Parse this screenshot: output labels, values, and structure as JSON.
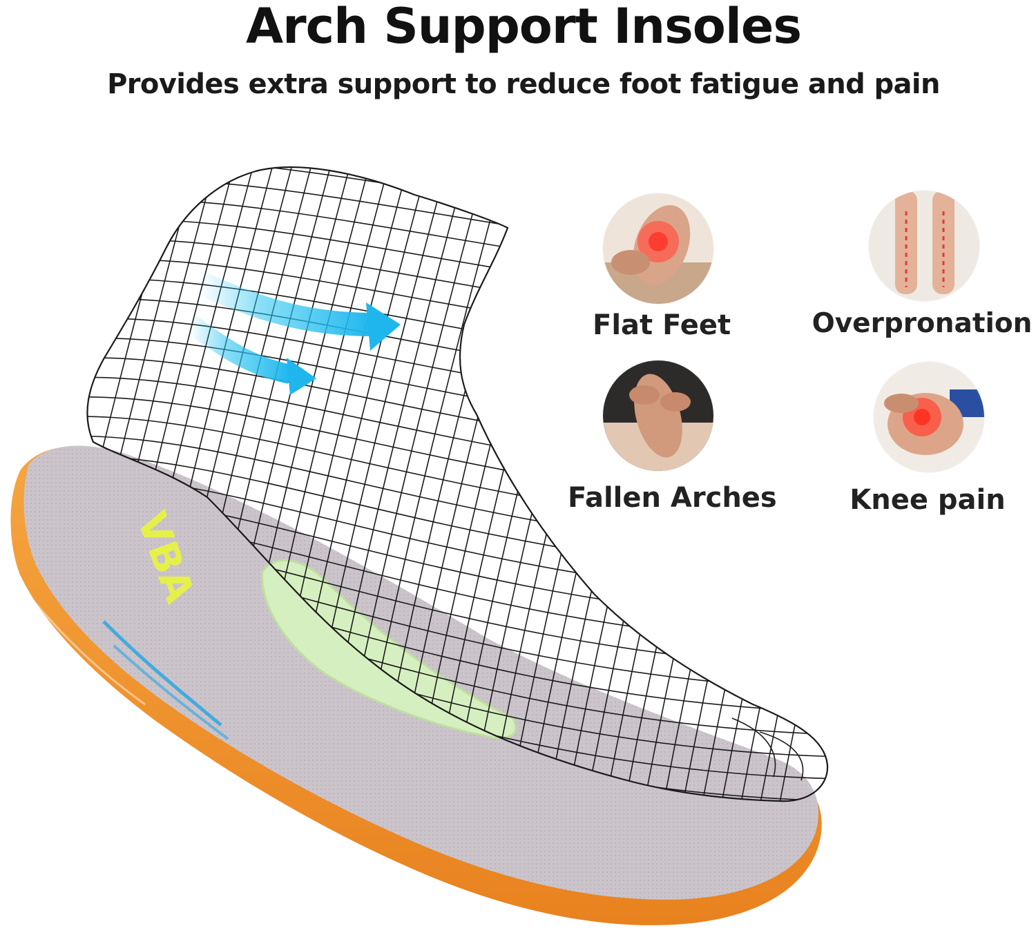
{
  "header": {
    "title": "Arch Support Insoles",
    "subtitle": "Provides extra support to reduce foot fatigue and pain"
  },
  "insole": {
    "brand_mark": "VBA",
    "colors": {
      "top_fabric": "#c9c2c9",
      "shell": "#f0902a",
      "arch_pad": "#d6efc0",
      "arrows": "#29c4f0"
    }
  },
  "conditions": [
    {
      "label": "Flat Feet",
      "image": "foot-sole-pain-photo"
    },
    {
      "label": "Overpronation",
      "image": "heels-alignment-photo"
    },
    {
      "label": "Fallen Arches",
      "image": "foot-massage-photo"
    },
    {
      "label": "Knee pain",
      "image": "knee-pain-photo"
    }
  ]
}
